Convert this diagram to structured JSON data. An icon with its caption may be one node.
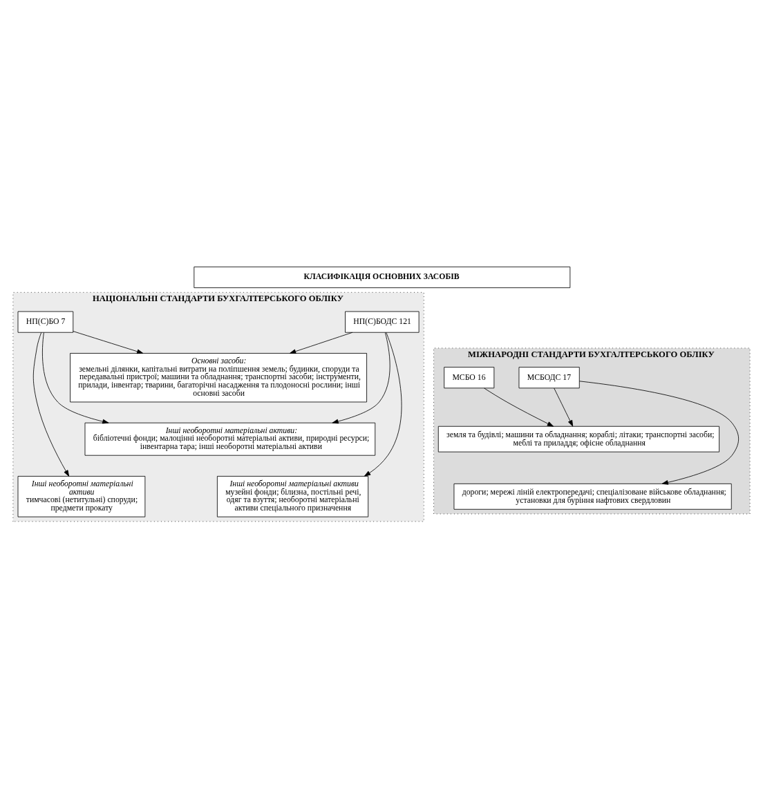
{
  "diagram": {
    "nodes": [
      {
        "text": [
          "КЛАСИФІКАЦІЯ ОСНОВНИХ ЗАСОБІВ"
        ]
      },
      {
        "text": [
          "НАЦІОНАЛЬНІ СТАНДАРТИ БУХГАЛТЕРСЬКОГО ОБЛІКУ"
        ]
      },
      {
        "text": [
          "НП(С)БОДС 121"
        ],
        "in": 1
      },
      {
        "text": [
          "НП(С)БО 7"
        ],
        "in": 1
      },
      {
        "text": [
          "Основні засоби:",
          "земельні ділянки, капітальні витрати на поліпшення земель; будинки, споруди та передавальні пристрої; машини та обладнання; транспортні засоби; інструменти, прилади, інвентар; тварини, багаторічні насадження та плодоносні рослини; інші основні засоби"
        ],
        "in": 1
      },
      {
        "text": [
          "Інші необоротні матеріальні активи:",
          "бібліотечні фонди; малоцінні необоротні матеріальні активи, природні ресурси; інвентарна тара; інші необоротні матеріальні активи"
        ],
        "in": 1
      },
      {
        "text": [
          "Інші необоротні матеріальні активи",
          "музейні фонди; білизна, постільні речі, одяг та взуття; необоротні матеріальні активи спеціального призначення"
        ],
        "in": 1
      },
      {
        "text": [
          "Інші необоротні матеріальні активи",
          "тимчасові (нетитульні) споруди; предмети прокату"
        ],
        "in": 1
      },
      {
        "text": [
          "МІЖНАРОДНІ СТАНДАРТИ БУХГАЛТЕРСЬКОГО ОБЛІКУ"
        ]
      },
      {
        "text": [
          "МСБОДС 17"
        ],
        "in": 8
      },
      {
        "text": [
          "МСБО 16"
        ],
        "in": 8
      },
      {
        "text": [
          "земля та будівлі; машини та обладнання; кораблі; літаки; транспортні засоби; меблі та приладдя; офісне обладнання"
        ],
        "in": 8
      },
      {
        "text": [
          "дороги; мережі ліній електропередачі; спеціалізоване військове обладнання; установки для буріння нафтових свердловин"
        ],
        "in": 8
      }
    ],
    "edges": [
      {
        "from": 2,
        "to": 4,
        "arrow": "to"
      },
      {
        "from": 2,
        "to": 5,
        "arrow": "to"
      },
      {
        "from": 2,
        "to": 6,
        "arrow": "to"
      },
      {
        "from": 3,
        "to": 4,
        "arrow": "to"
      },
      {
        "from": 3,
        "to": 5,
        "arrow": "to"
      },
      {
        "from": 3,
        "to": 7,
        "arrow": "to"
      },
      {
        "from": 9,
        "to": 11,
        "arrow": "to"
      },
      {
        "from": 9,
        "to": 12,
        "arrow": "to"
      },
      {
        "from": 10,
        "to": 11,
        "arrow": "to"
      }
    ]
  }
}
